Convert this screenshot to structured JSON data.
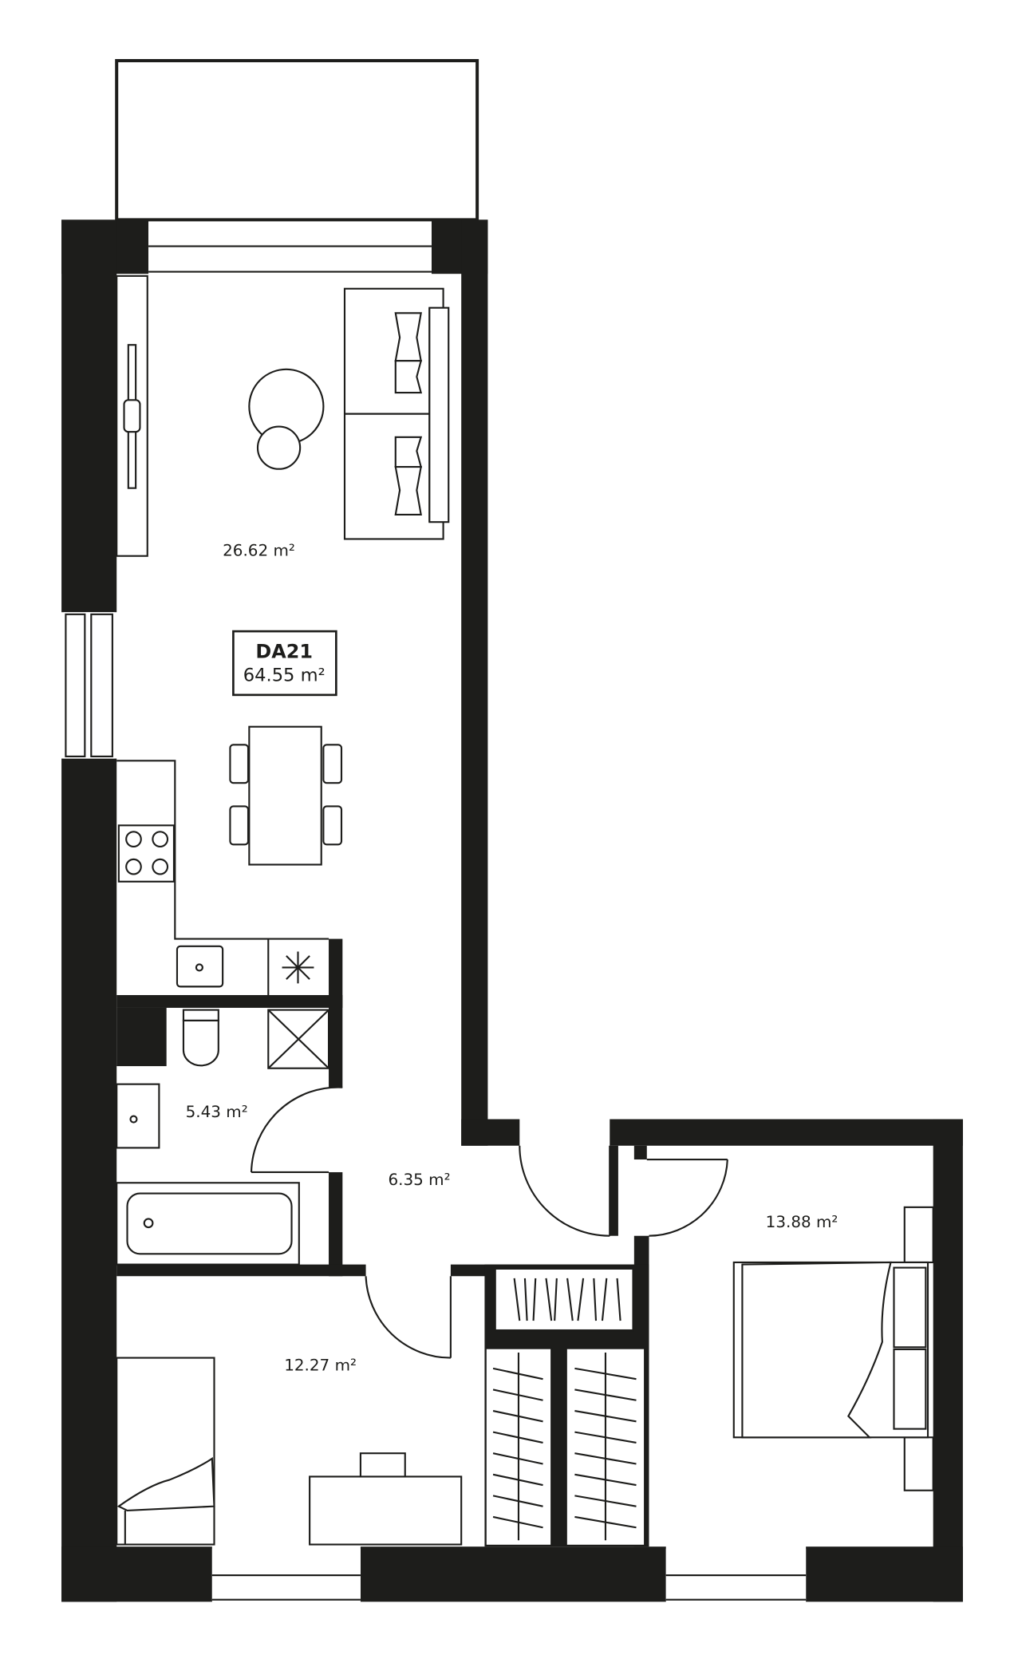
{
  "apartment": {
    "code": "DA21",
    "total_area": "64.55 m²"
  },
  "rooms": [
    {
      "name": "living-kitchen",
      "area": "26.62 m²"
    },
    {
      "name": "bathroom",
      "area": "5.43 m²"
    },
    {
      "name": "hallway",
      "area": "6.35 m²"
    },
    {
      "name": "bedroom-large",
      "area": "13.88 m²"
    },
    {
      "name": "bedroom-small",
      "area": "12.27 m²"
    }
  ],
  "colors": {
    "wall": "#1d1d1b",
    "background": "#ffffff"
  }
}
